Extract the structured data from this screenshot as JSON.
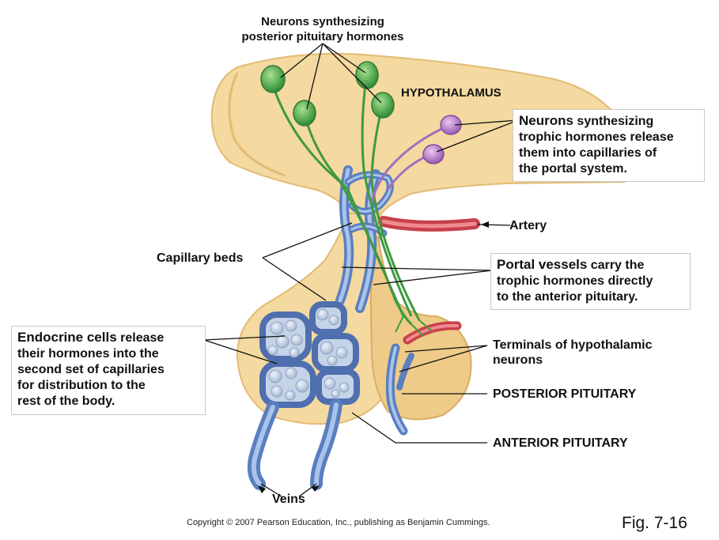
{
  "labels": {
    "posterior_neurons_line1": "Neurons synthesizing",
    "posterior_neurons_line2": "posterior pituitary hormones",
    "hypothalamus": "HYPOTHALAMUS",
    "trophic_bold": "Neurons",
    "trophic_rest1": " synthesizing",
    "trophic_line2": "trophic hormones release",
    "trophic_line3": "them into capillaries of",
    "trophic_line4": "the portal system.",
    "artery": "Artery",
    "capillary_beds": "Capillary beds",
    "portal_bold": "Portal vessels",
    "portal_rest1": " carry the",
    "portal_line2": "trophic hormones directly",
    "portal_line3": "to the anterior pituitary.",
    "endocrine_bold": "Endocrine cells",
    "endocrine_rest1": " release",
    "endocrine_line2": "their hormones into the",
    "endocrine_line3": "second set of capillaries",
    "endocrine_line4": "for distribution to the",
    "endocrine_line5": "rest of the body.",
    "terminals_line1": "Terminals of hypothalamic",
    "terminals_line2": "neurons",
    "posterior_pituitary": "POSTERIOR PITUITARY",
    "anterior_pituitary": "ANTERIOR PITUITARY",
    "veins": "Veins"
  },
  "footer": {
    "copyright": "Copyright © 2007 Pearson Education, Inc., publishing as Benjamin Cummings.",
    "figure": "Fig. 7-16"
  },
  "colors": {
    "tissue": "#f4d9a0",
    "tissue_dark": "#e9c27c",
    "vessel_blue": "#5a7fc0",
    "vessel_light": "#a9c3ea",
    "artery_red": "#e0575e",
    "neuron_green": "#4caa4a",
    "neuron_purple": "#b07ec4",
    "cell_fill": "#b7c4d8"
  }
}
